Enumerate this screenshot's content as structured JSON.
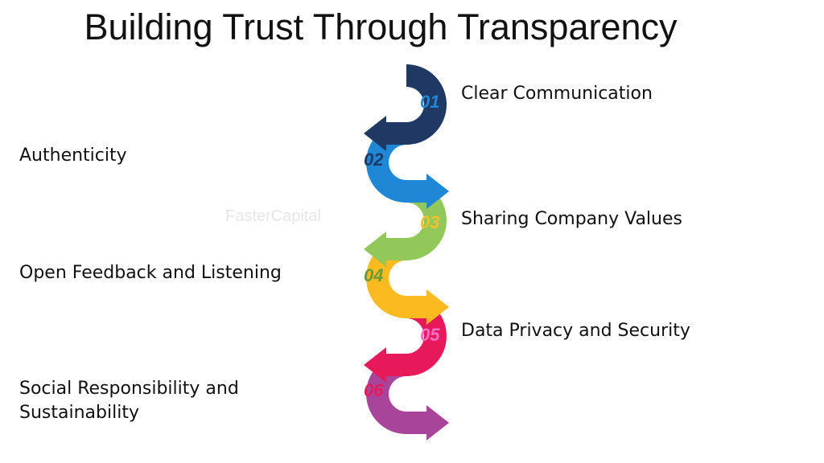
{
  "title": "Building Trust Through Transparency",
  "steps": [
    {
      "number": "01",
      "label": "Clear Communication",
      "color": "#1f3864",
      "number_color": "#1e88d6"
    },
    {
      "number": "02",
      "label": "Authenticity",
      "color": "#1e88d6",
      "number_color": "#1f3864"
    },
    {
      "number": "03",
      "label": "Sharing Company Values",
      "color": "#92c85a",
      "number_color": "#f6c02b"
    },
    {
      "number": "04",
      "label": "Open Feedback and Listening",
      "color": "#fbba1f",
      "number_color": "#6a9a3a"
    },
    {
      "number": "05",
      "label": "Data Privacy and Security",
      "color": "#e8195a",
      "number_color": "#f46fc8"
    },
    {
      "number": "06",
      "label": "Social Responsibility and Sustainability",
      "color": "#a8459a",
      "number_color": "#e8195a"
    }
  ],
  "watermark": "FasterCapital"
}
